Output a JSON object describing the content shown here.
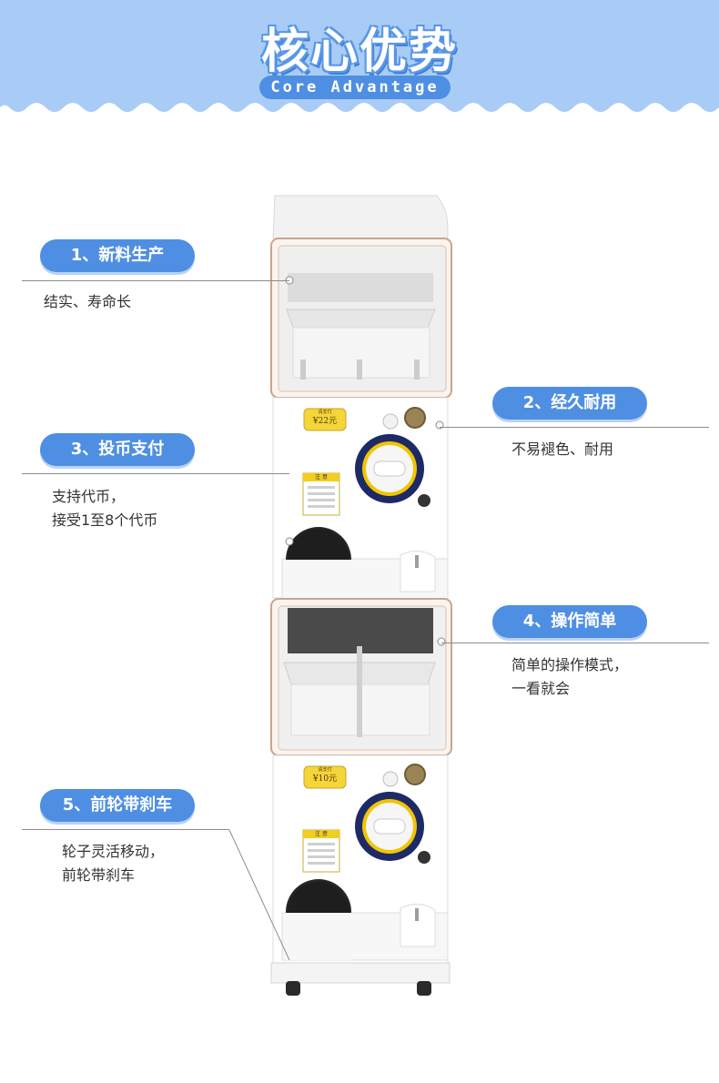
{
  "header": {
    "title_cn": "核心优势",
    "title_en": "Core Advantage",
    "bg_color": "#a9ccf7",
    "accent_color": "#4f8fe3"
  },
  "features": [
    {
      "label": "1、新料生产",
      "lines": [
        "结实、寿命长"
      ]
    },
    {
      "label": "2、经久耐用",
      "lines": [
        "不易褪色、耐用"
      ]
    },
    {
      "label": "3、投币支付",
      "lines": [
        "支持代币，",
        "接受1至8个代币"
      ]
    },
    {
      "label": "4、操作简单",
      "lines": [
        "简单的操作模式，",
        "一看就会"
      ]
    },
    {
      "label": "5、前轮带刹车",
      "lines": [
        "轮子灵活移动，",
        "前轮带刹车"
      ]
    }
  ],
  "machine": {
    "upper_price": "¥22元",
    "lower_price": "¥10元",
    "price_caption": "请支付",
    "notice_title": "注 意"
  }
}
